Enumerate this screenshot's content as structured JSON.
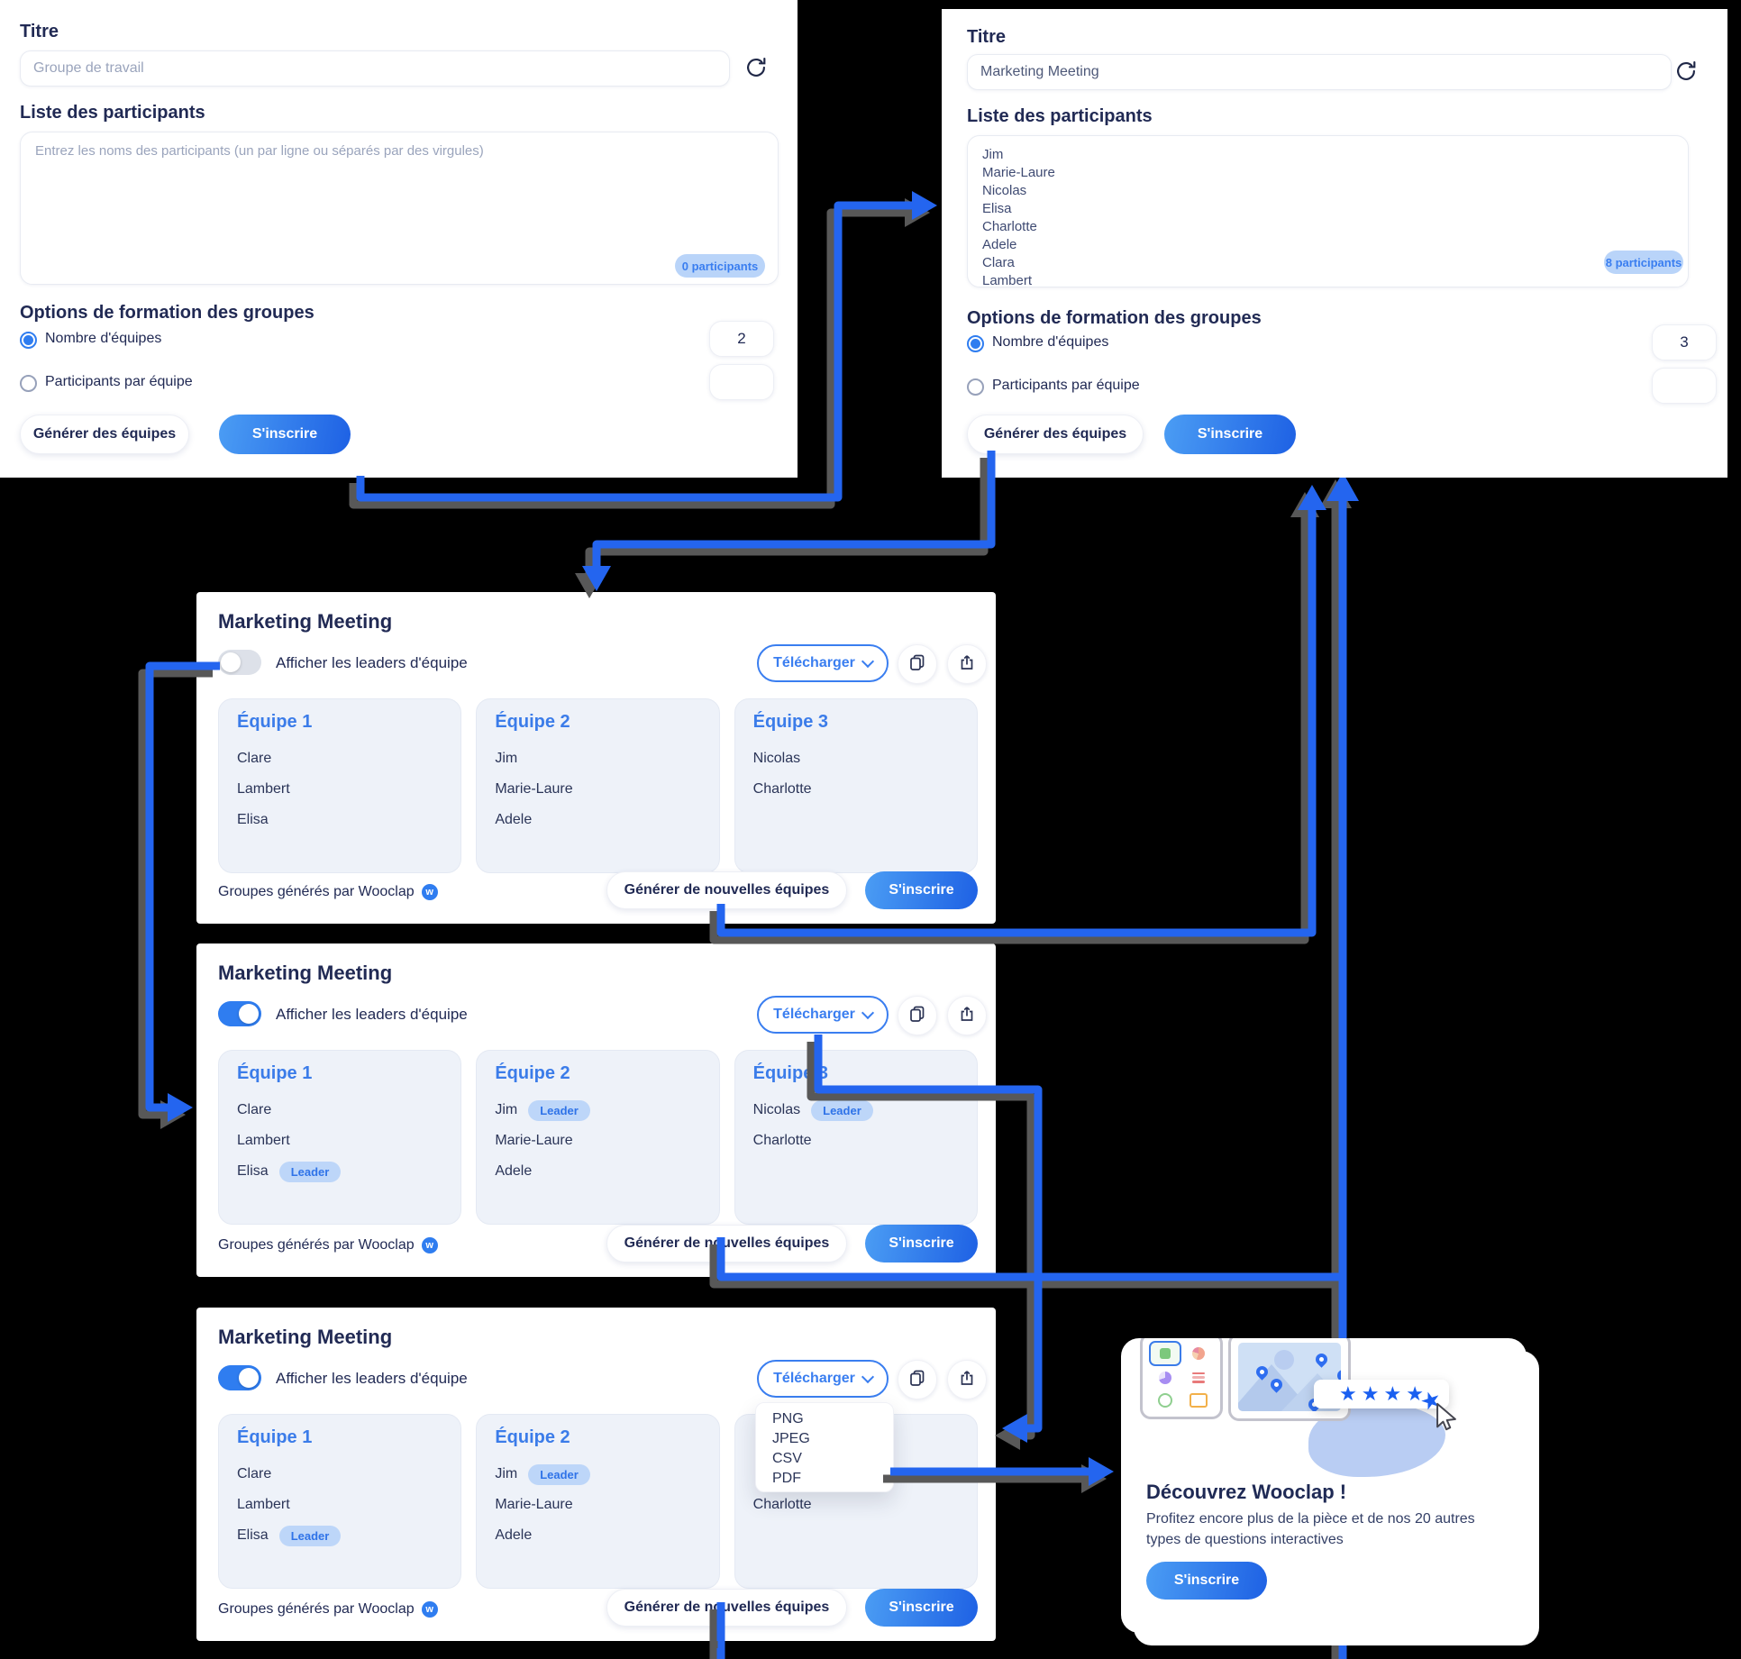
{
  "form_empty": {
    "title_label": "Titre",
    "title_placeholder": "Groupe de travail",
    "participants_label": "Liste des participants",
    "participants_placeholder": "Entrez les noms des participants (un par ligne ou séparés par des virgules)",
    "count_badge": "0 participants",
    "options_label": "Options de formation des groupes",
    "teams_radio_label": "Nombre d'équipes",
    "teams_count": "2",
    "per_team_radio_label": "Participants par équipe",
    "per_team_count": "",
    "generate_label": "Générer des équipes",
    "signup_label": "S'inscrire"
  },
  "form_filled": {
    "title_label": "Titre",
    "title_value": "Marketing Meeting",
    "participants_label": "Liste des participants",
    "participants": [
      "Jim",
      "Marie-Laure",
      "Nicolas",
      "Elisa",
      "Charlotte",
      "Adele",
      "Clara",
      "Lambert"
    ],
    "count_badge": "8 participants",
    "options_label": "Options de formation des groupes",
    "teams_radio_label": "Nombre d'équipes",
    "teams_count": "3",
    "per_team_radio_label": "Participants par équipe",
    "per_team_count": "",
    "generate_label": "Générer des équipes",
    "signup_label": "S'inscrire"
  },
  "results": {
    "title": "Marketing Meeting",
    "toggle_label": "Afficher les leaders d'équipe",
    "download_label": "Télécharger",
    "download_options": [
      "PNG",
      "JPEG",
      "CSV",
      "PDF"
    ],
    "leader_badge": "Leader",
    "footer_note": "Groupes générés par Wooclap",
    "logo_letter": "w",
    "regenerate_label": "Générer de nouvelles équipes",
    "signup_label": "S'inscrire",
    "teams": [
      {
        "name": "Équipe 1",
        "members": [
          "Clare",
          "Lambert",
          "Elisa"
        ],
        "leader": "Elisa"
      },
      {
        "name": "Équipe 2",
        "members": [
          "Jim",
          "Marie-Laure",
          "Adele"
        ],
        "leader": "Jim"
      },
      {
        "name": "Équipe 3",
        "members": [
          "Nicolas",
          "Charlotte"
        ],
        "leader": "Nicolas"
      }
    ]
  },
  "promo": {
    "heading": "Découvrez Wooclap !",
    "body": "Profitez encore plus de la pièce et de nos 20 autres types de questions interactives",
    "signup_label": "S'inscrire",
    "star": "★"
  },
  "icons": {
    "refresh-icon": "circular-arrows",
    "copy-icon": "overlapping-pages",
    "share-icon": "box-with-up-arrow",
    "chevron-down-icon": "v-chevron",
    "cursor-icon": "mouse-pointer",
    "wooclap-logo": "w-in-blue-circle"
  },
  "colors": {
    "background": "#000000",
    "accent_blue": "#2f7df0",
    "arrow_blue": "#2465ef",
    "arrow_shadow": "#585858",
    "navy": "#212a54",
    "badge_bg": "#b9d4f9",
    "badge_text": "#3a7ef0",
    "team_card_bg": "#eef2f9",
    "leader_badge_bg": "#bdd6f9",
    "leader_badge_text": "#2f73e8",
    "gradient_start": "#4b9df4",
    "gradient_end": "#1e61e4"
  }
}
